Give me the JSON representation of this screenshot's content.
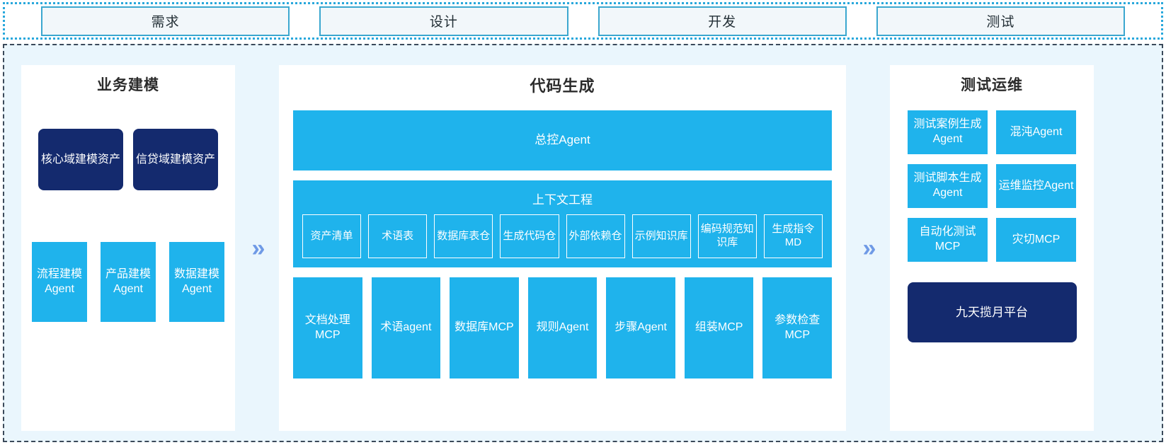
{
  "phases": [
    {
      "label": "需求"
    },
    {
      "label": "设计"
    },
    {
      "label": "开发"
    },
    {
      "label": "测试"
    }
  ],
  "separators": {
    "chevron_glyph": "»"
  },
  "panels": {
    "left": {
      "title": "业务建模",
      "assets": [
        {
          "label": "核心域建模资产"
        },
        {
          "label": "信贷域建模资产"
        }
      ],
      "agents": [
        {
          "label": "流程建模Agent"
        },
        {
          "label": "产品建模Agent"
        },
        {
          "label": "数据建模Agent"
        }
      ]
    },
    "center": {
      "title": "代码生成",
      "master_agent": "总控Agent",
      "context": {
        "title": "上下文工程",
        "items": [
          {
            "label": "资产清单"
          },
          {
            "label": "术语表"
          },
          {
            "label": "数据库表仓"
          },
          {
            "label": "生成代码仓"
          },
          {
            "label": "外部依赖仓"
          },
          {
            "label": "示例知识库"
          },
          {
            "label": "编码规范知识库"
          },
          {
            "label": "生成指令MD"
          }
        ]
      },
      "tools": [
        {
          "label": "文档处理MCP"
        },
        {
          "label": "术语agent"
        },
        {
          "label": "数据库MCP"
        },
        {
          "label": "规则Agent"
        },
        {
          "label": "步骤Agent"
        },
        {
          "label": "组装MCP"
        },
        {
          "label": "参数检查MCP"
        }
      ]
    },
    "right": {
      "title": "测试运维",
      "items": [
        {
          "label": "测试案例生成Agent"
        },
        {
          "label": "混沌Agent"
        },
        {
          "label": "测试脚本生成Agent"
        },
        {
          "label": "运维监控Agent"
        },
        {
          "label": "自动化测试MCP"
        },
        {
          "label": "灾切MCP"
        }
      ],
      "platform": "九天揽月平台"
    }
  },
  "colors": {
    "accent_blue": "#1fb3ec",
    "navy": "#142a6e",
    "panel_bg": "#ffffff",
    "canvas_bg": "#eaf6fd",
    "phase_border": "#3ba7cf",
    "chevron": "#6f9ae6"
  }
}
